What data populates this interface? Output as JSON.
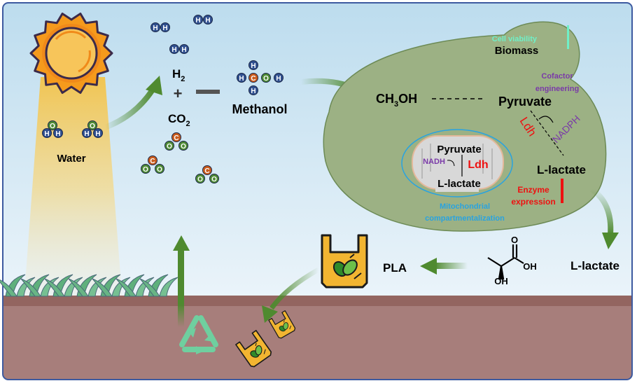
{
  "colors": {
    "sky_top": "#bfdff0",
    "sky_bottom": "#eaf3fa",
    "soil_top": "#936560",
    "soil": "#a77e7b",
    "frame": "#3d5aa0",
    "cell_fill": "#9cb184",
    "cell_stroke": "#5f7e4a",
    "arrow_green": "#4f8a2f",
    "hydrogen": "#2f4f8f",
    "oxygen": "#4e8a35",
    "carbon": "#c85a1c",
    "sun_outer": "#f59a1c",
    "sun_inner": "#f7c55a",
    "red": "#ee1111",
    "purple": "#7a3aa8",
    "cyan_label": "#29a3e0",
    "mint": "#6ff0c8",
    "bag": "#f2b531",
    "recycle": "#6fcf9f"
  },
  "left": {
    "water_label": "Water",
    "h2_label": "H",
    "h2_sub": "2",
    "plus": "+",
    "co2_label": "CO",
    "co2_sub": "2",
    "methanol_label": "Methanol"
  },
  "atoms": {
    "H": "H",
    "O": "O",
    "C": "C"
  },
  "cell": {
    "cell_viability": "Cell viability",
    "biomass": "Biomass",
    "cofactor_line1": "Cofactor",
    "cofactor_line2": "engineering",
    "ch3oh_a": "CH",
    "ch3oh_sub": "3",
    "ch3oh_b": "OH",
    "pyruvate": "Pyruvate",
    "ldh": "Ldh",
    "nadph": "NADPH",
    "l_lactate": "L-lactate",
    "enzyme_line1": "Enzyme",
    "enzyme_line2": "expression",
    "mito": {
      "pyruvate": "Pyruvate",
      "nadh": "NADH",
      "ldh": "Ldh",
      "l_lactate": "L-lactate",
      "label_line1": "Mitochondrial",
      "label_line2": "compartmentalization"
    }
  },
  "bottom": {
    "l_lactate": "L-lactate",
    "structure_oh1": "OH",
    "structure_oh2": "OH",
    "structure_o": "O",
    "pla": "PLA"
  }
}
